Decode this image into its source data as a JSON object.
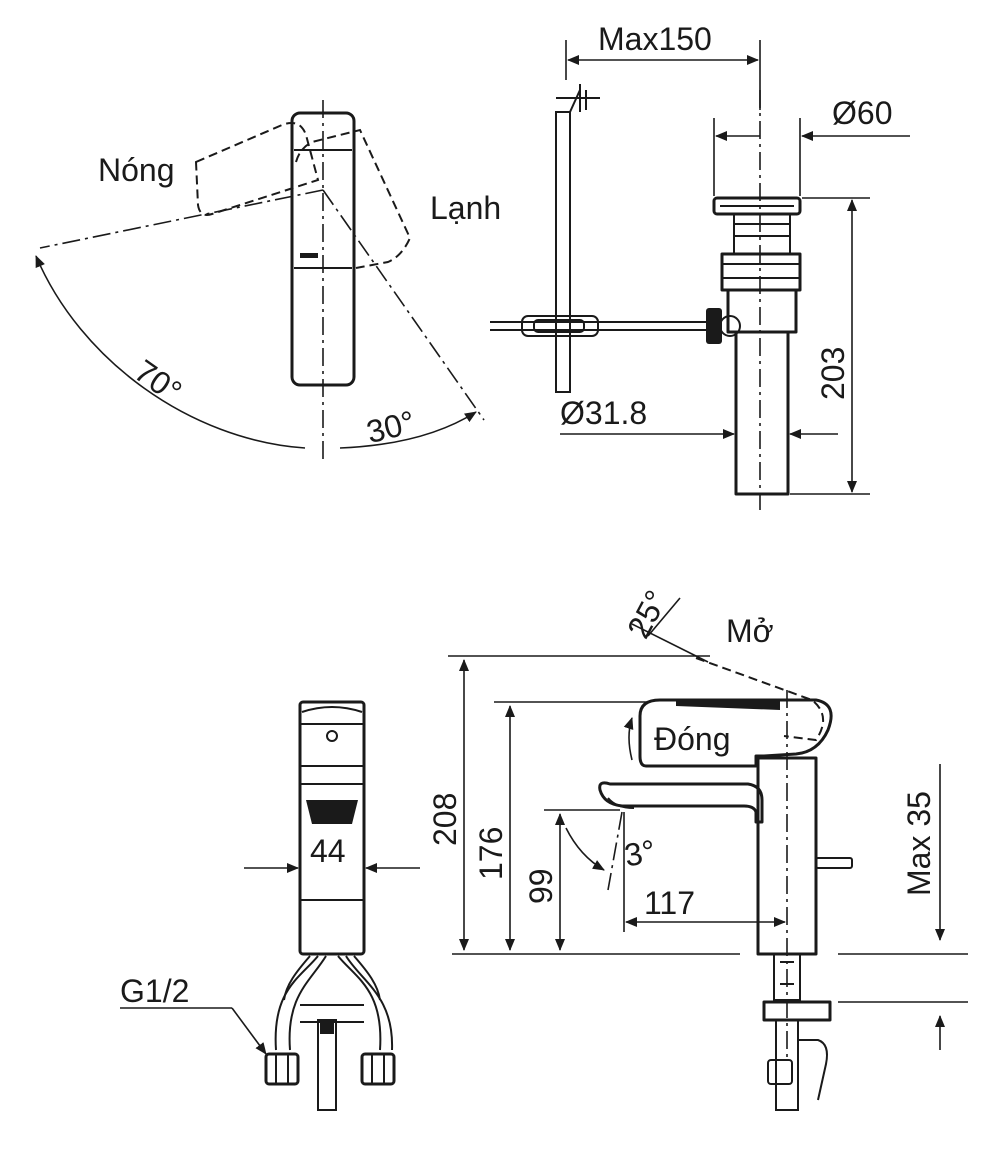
{
  "labels": {
    "hot": "Nóng",
    "cold": "Lạnh",
    "open": "Mở",
    "closed": "Đóng",
    "thread": "G1/2"
  },
  "dimensions": {
    "angle_hot": "70°",
    "angle_cold": "30°",
    "angle_lift": "25°",
    "angle_spout": "3°",
    "max_reach": "Max150",
    "drain_cap_diameter": "Ø60",
    "drain_height": "203",
    "drain_pipe_diameter": "Ø31.8",
    "body_width": "44",
    "total_height": "208",
    "handle_height": "176",
    "spout_height": "99",
    "spout_reach": "117",
    "max_deck": "Max 35"
  }
}
